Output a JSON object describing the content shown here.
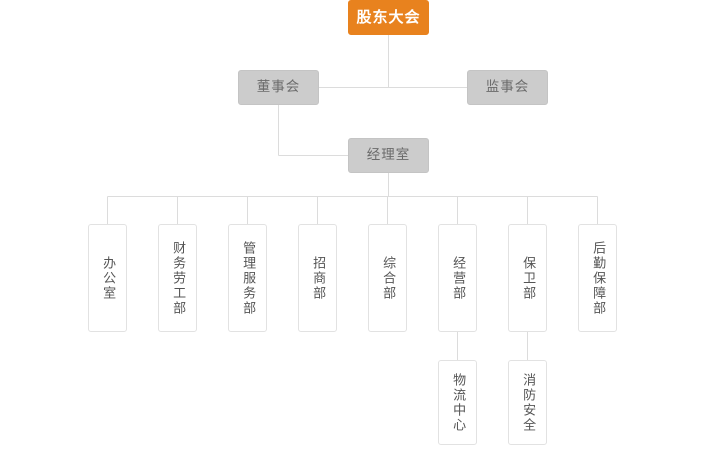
{
  "colors": {
    "root_fill": "#e8821e",
    "root_text": "#ffffff",
    "level2_fill": "#cccccc",
    "level2_text": "#6a6a6a",
    "box_fill": "#ffffff",
    "box_border": "#e2e2e2",
    "box_text": "#555555",
    "connector": "#dcdcdc",
    "background": "#ffffff"
  },
  "chart": {
    "type": "org-chart",
    "root": {
      "label": "股东大会"
    },
    "level2": [
      {
        "label": "董事会"
      },
      {
        "label": "监事会"
      }
    ],
    "level3": [
      {
        "label": "经理室"
      }
    ],
    "departments": [
      {
        "label": "办公室"
      },
      {
        "label": "财务劳工部"
      },
      {
        "label": "管理服务部"
      },
      {
        "label": "招商部"
      },
      {
        "label": "综合部"
      },
      {
        "label": "经营部"
      },
      {
        "label": "保卫部"
      },
      {
        "label": "后勤保障部"
      }
    ],
    "sub_departments": [
      {
        "label": "物流中心",
        "parent": "经营部"
      },
      {
        "label": "消防安全",
        "parent": "保卫部"
      }
    ]
  }
}
